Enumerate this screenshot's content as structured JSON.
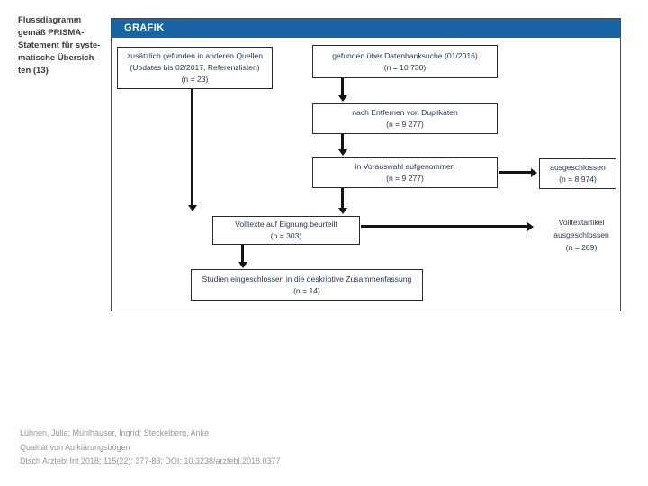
{
  "sidebar": {
    "note": "Flussdiagramm\ngemäß PRISMA-\nStatement für syste-\nmatische Übersich-\nten (13)"
  },
  "panel": {
    "header": "GRAFIK"
  },
  "diagram": {
    "other_sources": [
      "zusätzlich gefunden in anderen Quellen",
      "(Updates bis 02/2017, Referenzlisten)",
      "(n = 23)"
    ],
    "database_search": [
      "gefunden über Datenbanksuche (01/2016)",
      "(n = 10 730)"
    ],
    "after_duplicates": [
      "nach Entfernen von Duplikaten",
      "(n = 9 277)"
    ],
    "screened": [
      "in Vorauswahl aufgenommen",
      "(n = 9 277)"
    ],
    "excluded_screening": [
      "ausgeschlossen",
      "(n = 8 974)"
    ],
    "fulltext_assessed": [
      "Volltexte auf Eignung beurteilt",
      "(n = 303)"
    ],
    "fulltext_excluded": [
      "Volltextartikel",
      "ausgeschlossen",
      "(n = 289)"
    ],
    "included": [
      "Studien eingeschlossen in die deskriptive Zusammenfassung",
      "(n = 14)"
    ]
  },
  "footer": {
    "authors": "Lühnen, Julia; Mühlhauser, Ingrid; Steckelberg, Anke",
    "title": "Qualität von Aufklärungsbögen",
    "citation": "Dtsch Arztebl Int 2018; 115(22): 377-83; DOI: 10.3238/arztebl.2018.0377"
  },
  "colors": {
    "header_bar": "#1766a3",
    "box_text": "#2a3550",
    "arrow": "#141414",
    "footer_text": "#98989a"
  }
}
